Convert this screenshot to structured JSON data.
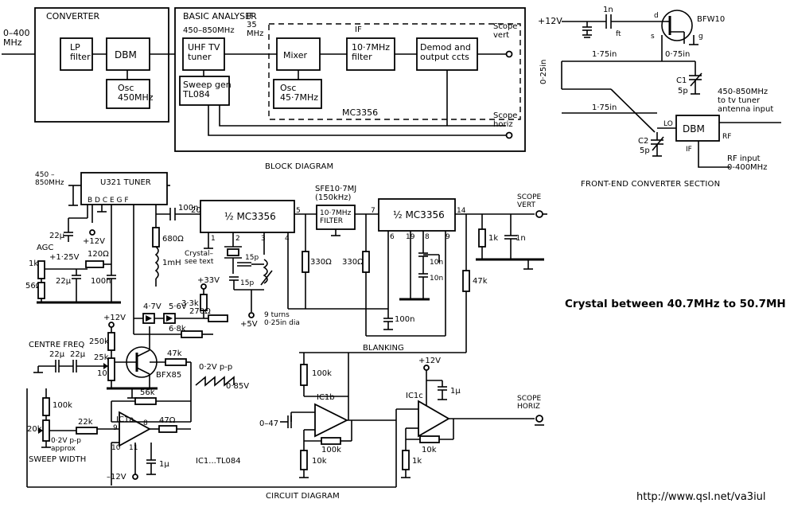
{
  "block_diagram": {
    "input_label": "0–400\nMHz",
    "converter": {
      "title": "CONVERTER",
      "lp_filter": "LP\nfilter",
      "dbm": "DBM",
      "osc": "Osc\n450MHz"
    },
    "analyser": {
      "title": "BASIC ANALYSER",
      "range": "450–850MHz",
      "if_label": "IF\n35\nMHz",
      "tuner": "UHF TV\ntuner",
      "sweep": "Sweep gen\nTL084",
      "mixer": "Mixer",
      "osc": "Osc\n45·7MHz",
      "if_sub": "IF",
      "filter": "10·7MHz\nfilter",
      "demod": "Demod and\noutput ccts",
      "chip": "MC3356",
      "scope_vert": "Scope\nvert",
      "scope_horiz": "Scope\nhoriz"
    },
    "caption": "BLOCK DIAGRAM"
  },
  "front_end": {
    "supply": "+12V",
    "cap_1n": "1n",
    "ft": "ft",
    "transistor": "BFW10",
    "pin_d": "d",
    "pin_s": "s",
    "pin_g": "g",
    "dim_175a": "1·75in",
    "dim_075": "0·75in",
    "dim_025": "0·25in",
    "dim_175b": "1·75in",
    "c1": "C1",
    "c1_val": "5p",
    "c2": "C2",
    "c2_val": "5p",
    "lo": "LO",
    "rf": "RF",
    "if": "IF",
    "dbm": "DBM",
    "tuner_note": "450-850MHz\nto tv tuner\nantenna input",
    "rf_input": "RF input\n0-400MHz",
    "caption": "FRONT-END CONVERTER SECTION"
  },
  "circuit": {
    "input_range": "450 –\n850MHz",
    "tuner": "U321 TUNER",
    "tuner_pins": "B  D  C  E  G      F",
    "agc": "AGC",
    "c22u_a": "22μ",
    "plus12": "+12V",
    "agc_v": "+1·25V",
    "r120": "120Ω",
    "r1k_a": "1k",
    "c22u_b": "22μ",
    "c100n_a": "100n",
    "r56": "56Ω",
    "c100n_b": "100n",
    "pin20": "20",
    "mc_a": "½ MC3356",
    "mc_b": "½ MC3356",
    "r680": "680Ω",
    "l1mh": "1mH",
    "pin1": "1",
    "pin2": "2",
    "pin3": "3",
    "pin4": "4",
    "pin5": "5",
    "crystal": "Crystal–\nsee text",
    "c15p_a": "15p",
    "c15p_b": "15p",
    "coil": "9 turns\n0·25in dia",
    "plus5": "+5V",
    "r330_a": "330Ω",
    "r330_b": "330Ω",
    "sfe": "SFE10·7MJ\n(150kHz)",
    "filter_box": "10·7MHz\nFILTER",
    "pin7": "7",
    "pin6": "6",
    "pin19": "19",
    "pin8": "8",
    "pin9": "9",
    "pin14": "14",
    "c10n_a": "10n",
    "c10n_b": "10n",
    "c100n_c": "100n",
    "r1k_b": "1k",
    "c1n": "1n",
    "r47k": "47k",
    "scope_vert": "SCOPE\nVERT",
    "blanking": "BLANKING",
    "plus33": "+33V",
    "r33k": "3·3k",
    "z47": "4·7V",
    "z56": "5·6V",
    "r270": "270Ω",
    "r68k": "6·8k",
    "plus12_b": "+12V",
    "r250k": "250k",
    "centre_freq": "CENTRE FREQ",
    "c22u_c": "22μ",
    "c22u_d": "22μ",
    "r25k": "25k",
    "r10t": "10t",
    "bfx85": "BFX85",
    "r47k_b": "47k",
    "wave_pp": "0·2V p-p",
    "wave_dc": "0·85V",
    "r56k": "56k",
    "r100k_a": "100k",
    "r20k": "20k",
    "r22k": "22k",
    "sweep_pp": "0·2V p-p\napprox",
    "sweep_width": "SWEEP WIDTH",
    "ic1a": "IC1a",
    "r47": "47Ω",
    "pin8b": "8",
    "pin9b": "9",
    "pin10": "10",
    "pin11": "11",
    "c1u_a": "1μ",
    "minus12": "–12V",
    "ic1": "IC1...TL084",
    "r100k_b": "100k",
    "ic1b": "IC1b",
    "c047": "0–47",
    "r100k_c": "100k",
    "r10k_a": "10k",
    "plus12_c": "+12V",
    "c1u_b": "1μ",
    "ic1c": "IC1c",
    "r10k_b": "10k",
    "r1k_c": "1k",
    "scope_horiz": "SCOPE\nHORIZ",
    "caption": "CIRCUIT DIAGRAM"
  },
  "note": "Crystal between 40.7MHz to 50.7MHz",
  "url": "http://www.qsl.net/va3iul"
}
